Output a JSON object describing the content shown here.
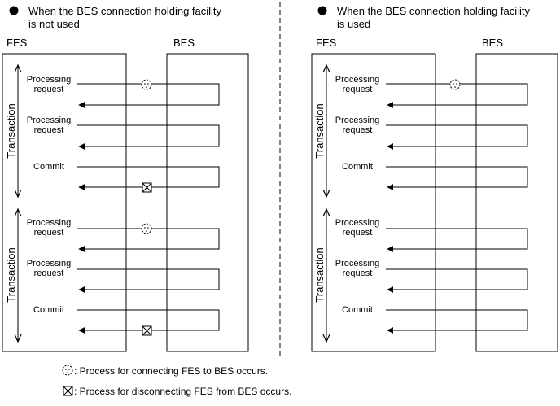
{
  "left": {
    "heading_line1": "When the BES connection holding facility",
    "heading_line2": "is not used",
    "fes_label": "FES",
    "bes_label": "BES",
    "transactions": [
      {
        "label": "Transaction",
        "steps": [
          {
            "label_line1": "Processing",
            "label_line2": "request",
            "connect_icon": true,
            "disconnect_icon": false
          },
          {
            "label_line1": "Processing",
            "label_line2": "request",
            "connect_icon": false,
            "disconnect_icon": false
          },
          {
            "label_line1": "Commit",
            "label_line2": "",
            "connect_icon": false,
            "disconnect_icon": true
          }
        ]
      },
      {
        "label": "Transaction",
        "steps": [
          {
            "label_line1": "Processing",
            "label_line2": "request",
            "connect_icon": true,
            "disconnect_icon": false
          },
          {
            "label_line1": "Processing",
            "label_line2": "request",
            "connect_icon": false,
            "disconnect_icon": false
          },
          {
            "label_line1": "Commit",
            "label_line2": "",
            "connect_icon": false,
            "disconnect_icon": true
          }
        ]
      }
    ]
  },
  "right": {
    "heading_line1": "When the BES connection holding facility",
    "heading_line2": "is used",
    "fes_label": "FES",
    "bes_label": "BES",
    "transactions": [
      {
        "label": "Transaction",
        "steps": [
          {
            "label_line1": "Processing",
            "label_line2": "request",
            "connect_icon": true,
            "disconnect_icon": false
          },
          {
            "label_line1": "Processing",
            "label_line2": "request",
            "connect_icon": false,
            "disconnect_icon": false
          },
          {
            "label_line1": "Commit",
            "label_line2": "",
            "connect_icon": false,
            "disconnect_icon": false
          }
        ]
      },
      {
        "label": "Transaction",
        "steps": [
          {
            "label_line1": "Processing",
            "label_line2": "request",
            "connect_icon": false,
            "disconnect_icon": false
          },
          {
            "label_line1": "Processing",
            "label_line2": "request",
            "connect_icon": false,
            "disconnect_icon": false
          },
          {
            "label_line1": "Commit",
            "label_line2": "",
            "connect_icon": false,
            "disconnect_icon": false
          }
        ]
      }
    ]
  },
  "legend": {
    "connect_text": ": Process for connecting FES to BES occurs.",
    "disconnect_text": ": Process for disconnecting FES from BES occurs."
  }
}
